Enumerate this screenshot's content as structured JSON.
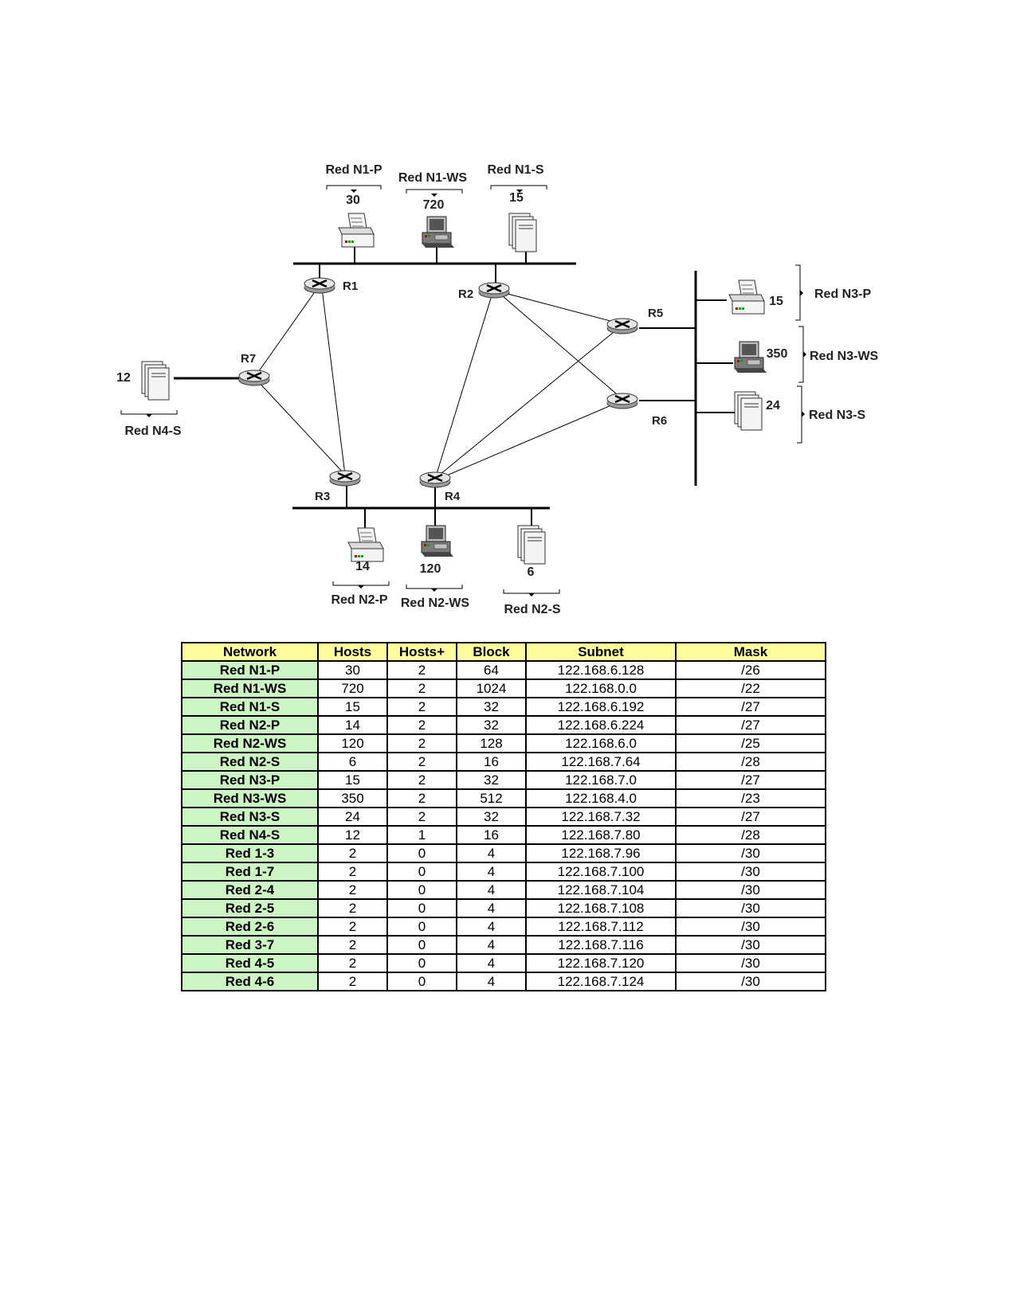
{
  "diagram": {
    "networks": {
      "n1p": {
        "label": "Red N1-P",
        "hosts": "30"
      },
      "n1ws": {
        "label": "Red N1-WS",
        "hosts": "720"
      },
      "n1s": {
        "label": "Red N1-S",
        "hosts": "15"
      },
      "n2p": {
        "label": "Red N2-P",
        "hosts": "14"
      },
      "n2ws": {
        "label": "Red N2-WS",
        "hosts": "120"
      },
      "n2s": {
        "label": "Red N2-S",
        "hosts": "6"
      },
      "n3p": {
        "label": "Red N3-P",
        "hosts": "15"
      },
      "n3ws": {
        "label": "Red N3-WS",
        "hosts": "350"
      },
      "n3s": {
        "label": "Red N3-S",
        "hosts": "24"
      },
      "n4s": {
        "label": "Red N4-S",
        "hosts": "12"
      }
    },
    "routers": {
      "r1": "R1",
      "r2": "R2",
      "r3": "R3",
      "r4": "R4",
      "r5": "R5",
      "r6": "R6",
      "r7": "R7"
    },
    "links": [
      [
        "R1",
        "R7"
      ],
      [
        "R1",
        "R3"
      ],
      [
        "R7",
        "R3"
      ],
      [
        "R2",
        "R4"
      ],
      [
        "R2",
        "R5"
      ],
      [
        "R2",
        "R6"
      ],
      [
        "R4",
        "R5"
      ],
      [
        "R4",
        "R6"
      ]
    ]
  },
  "table": {
    "headers": [
      "Network",
      "Hosts",
      "Hosts+",
      "Block",
      "Subnet",
      "Mask"
    ],
    "rows": [
      [
        "Red N1-P",
        "30",
        "2",
        "64",
        "122.168.6.128",
        "/26"
      ],
      [
        "Red N1-WS",
        "720",
        "2",
        "1024",
        "122.168.0.0",
        "/22"
      ],
      [
        "Red N1-S",
        "15",
        "2",
        "32",
        "122.168.6.192",
        "/27"
      ],
      [
        "Red N2-P",
        "14",
        "2",
        "32",
        "122.168.6.224",
        "/27"
      ],
      [
        "Red N2-WS",
        "120",
        "2",
        "128",
        "122.168.6.0",
        "/25"
      ],
      [
        "Red N2-S",
        "6",
        "2",
        "16",
        "122.168.7.64",
        "/28"
      ],
      [
        "Red N3-P",
        "15",
        "2",
        "32",
        "122.168.7.0",
        "/27"
      ],
      [
        "Red N3-WS",
        "350",
        "2",
        "512",
        "122.168.4.0",
        "/23"
      ],
      [
        "Red N3-S",
        "24",
        "2",
        "32",
        "122.168.7.32",
        "/27"
      ],
      [
        "Red N4-S",
        "12",
        "1",
        "16",
        "122.168.7.80",
        "/28"
      ],
      [
        "Red 1-3",
        "2",
        "0",
        "4",
        "122.168.7.96",
        "/30"
      ],
      [
        "Red 1-7",
        "2",
        "0",
        "4",
        "122.168.7.100",
        "/30"
      ],
      [
        "Red 2-4",
        "2",
        "0",
        "4",
        "122.168.7.104",
        "/30"
      ],
      [
        "Red 2-5",
        "2",
        "0",
        "4",
        "122.168.7.108",
        "/30"
      ],
      [
        "Red 2-6",
        "2",
        "0",
        "4",
        "122.168.7.112",
        "/30"
      ],
      [
        "Red 3-7",
        "2",
        "0",
        "4",
        "122.168.7.116",
        "/30"
      ],
      [
        "Red 4-5",
        "2",
        "0",
        "4",
        "122.168.7.120",
        "/30"
      ],
      [
        "Red 4-6",
        "2",
        "0",
        "4",
        "122.168.7.124",
        "/30"
      ]
    ]
  }
}
